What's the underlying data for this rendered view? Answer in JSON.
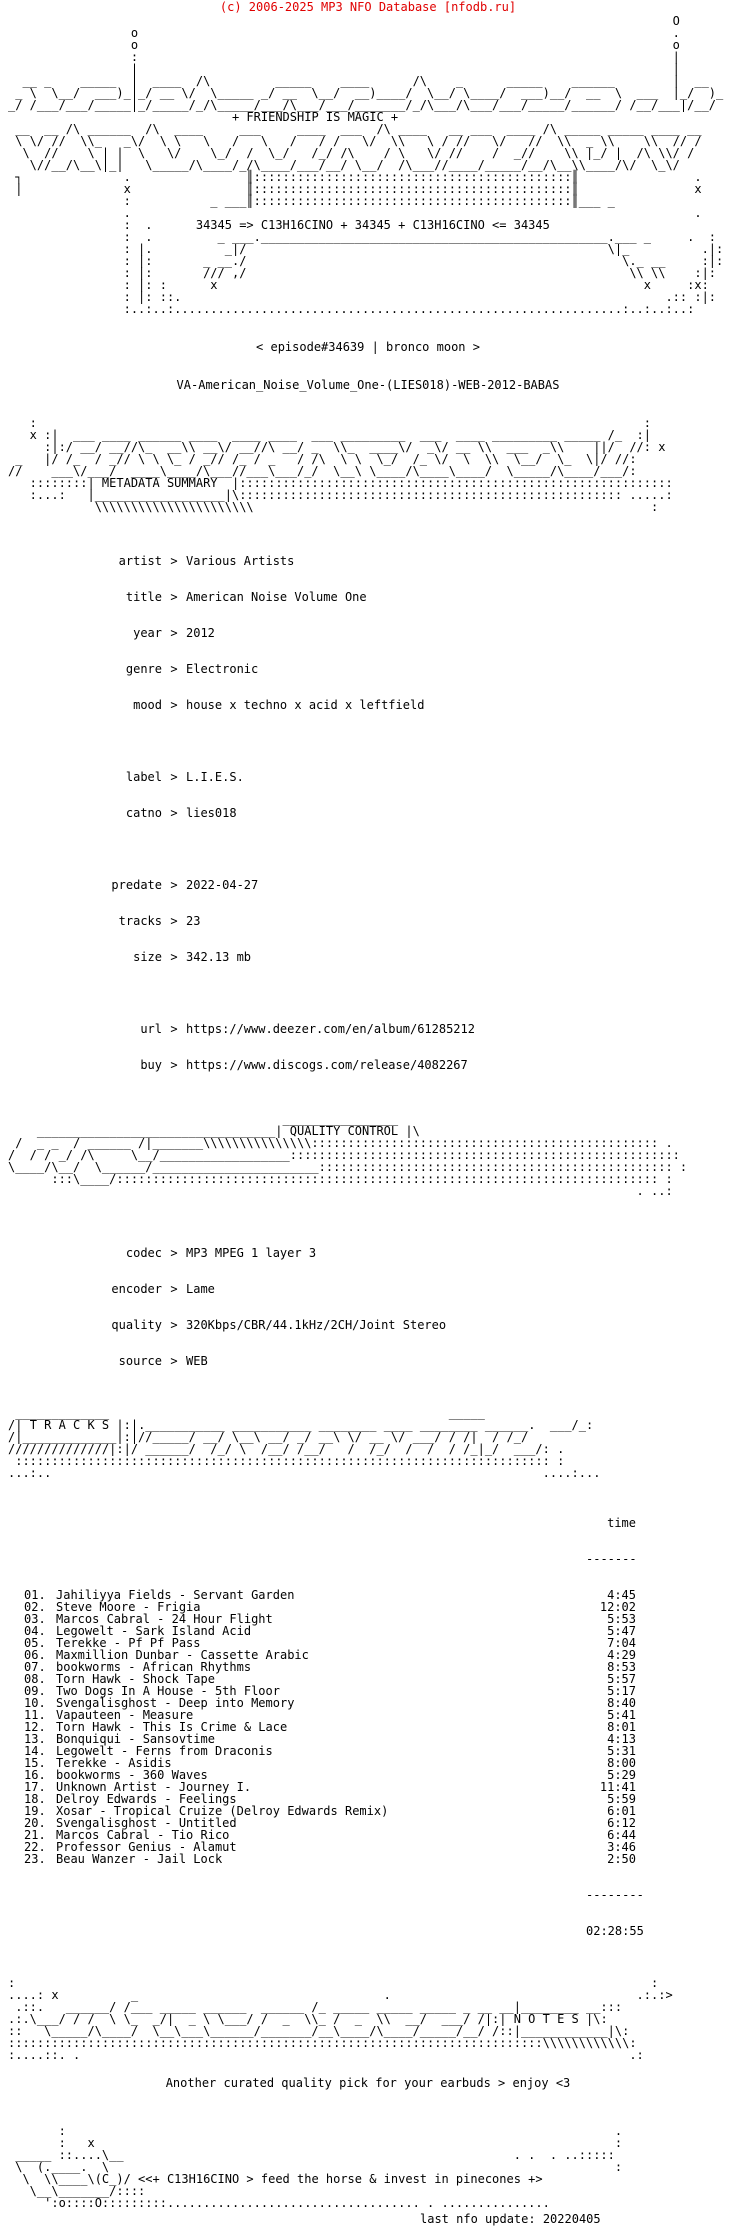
{
  "header": {
    "copyright": "(c) 2006-2025 MP3 NFO Database [nfodb.ru]"
  },
  "banner": {
    "slogan": "+ FRIENDSHIP IS MAGIC +",
    "formula": "34345 => C13H16CINO + 34345 + C13H16CINO <= 34345"
  },
  "episode": "< episode#34639 | bronco moon >",
  "release": "VA-American_Noise_Volume_One-(LIES018)-WEB-2012-BABAS",
  "metadata": {
    "heading": "METADATA SUMMARY",
    "fields": [
      {
        "k": "artist",
        "v": "Various Artists"
      },
      {
        "k": "title",
        "v": "American Noise Volume One"
      },
      {
        "k": "year",
        "v": "2012"
      },
      {
        "k": "genre",
        "v": "Electronic"
      },
      {
        "k": "mood",
        "v": "house x techno x acid x leftfield"
      }
    ],
    "label_fields": [
      {
        "k": "label",
        "v": "L.I.E.S."
      },
      {
        "k": "catno",
        "v": "lies018"
      }
    ],
    "size_fields": [
      {
        "k": "predate",
        "v": "2022-04-27"
      },
      {
        "k": "tracks",
        "v": "23"
      },
      {
        "k": "size",
        "v": "342.13 mb"
      }
    ],
    "link_fields": [
      {
        "k": "url",
        "v": "https://www.deezer.com/en/album/61285212"
      },
      {
        "k": "buy",
        "v": "https://www.discogs.com/release/4082267"
      }
    ]
  },
  "quality": {
    "heading": "QUALITY CONTROL",
    "fields": [
      {
        "k": "codec",
        "v": "MP3 MPEG 1 layer 3"
      },
      {
        "k": "encoder",
        "v": "Lame"
      },
      {
        "k": "quality",
        "v": "320Kbps/CBR/44.1kHz/2CH/Joint Stereo"
      },
      {
        "k": "source",
        "v": "WEB"
      }
    ]
  },
  "tracklist": {
    "heading": "T R A C K S",
    "time_header": "time",
    "total": "02:28:55",
    "tracks": [
      {
        "n": "01.",
        "t": "Jahiliyya Fields - Servant Garden",
        "d": "4:45"
      },
      {
        "n": "02.",
        "t": "Steve Moore - Frigia",
        "d": "12:02"
      },
      {
        "n": "03.",
        "t": "Marcos Cabral - 24 Hour Flight",
        "d": "5:53"
      },
      {
        "n": "04.",
        "t": "Legowelt - Sark Island Acid",
        "d": "5:47"
      },
      {
        "n": "05.",
        "t": "Terekke - Pf Pf Pass",
        "d": "7:04"
      },
      {
        "n": "06.",
        "t": "Maxmillion Dunbar - Cassette Arabic",
        "d": "4:29"
      },
      {
        "n": "07.",
        "t": "bookworms - African Rhythms",
        "d": "8:53"
      },
      {
        "n": "08.",
        "t": "Torn Hawk - Shock Tape",
        "d": "5:57"
      },
      {
        "n": "09.",
        "t": "Two Dogs In A House - 5th Floor",
        "d": "5:17"
      },
      {
        "n": "10.",
        "t": "Svengalisghost - Deep into Memory",
        "d": "8:40"
      },
      {
        "n": "11.",
        "t": "Vapauteen - Measure",
        "d": "5:41"
      },
      {
        "n": "12.",
        "t": "Torn Hawk - This Is Crime & Lace",
        "d": "8:01"
      },
      {
        "n": "13.",
        "t": "Bonquiqui - Sansovtime",
        "d": "4:13"
      },
      {
        "n": "14.",
        "t": "Legowelt - Ferns from Draconis",
        "d": "5:31"
      },
      {
        "n": "15.",
        "t": "Terekke - Asidis",
        "d": "8:00"
      },
      {
        "n": "16.",
        "t": "bookworms - 360 Waves",
        "d": "5:29"
      },
      {
        "n": "17.",
        "t": "Unknown Artist - Journey I.",
        "d": "11:41"
      },
      {
        "n": "18.",
        "t": "Delroy Edwards - Feelings",
        "d": "5:59"
      },
      {
        "n": "19.",
        "t": "Xosar - Tropical Cruize (Delroy Edwards Remix)",
        "d": "6:01"
      },
      {
        "n": "20.",
        "t": "Svengalisghost - Untitled",
        "d": "6:12"
      },
      {
        "n": "21.",
        "t": "Marcos Cabral - Tio Rico",
        "d": "6:44"
      },
      {
        "n": "22.",
        "t": "Professor Genius - Alamut",
        "d": "3:46"
      },
      {
        "n": "23.",
        "t": "Beau Wanzer - Jail Lock",
        "d": "2:50"
      }
    ]
  },
  "notes": {
    "heading": "N O T E S",
    "text": "Another curated quality pick for your earbuds > enjoy <3"
  },
  "footer": {
    "motto": "<<+ C13H16CINO > feed the horse & invest in pinecones +>",
    "last_update": "last nfo update: 20220405"
  }
}
